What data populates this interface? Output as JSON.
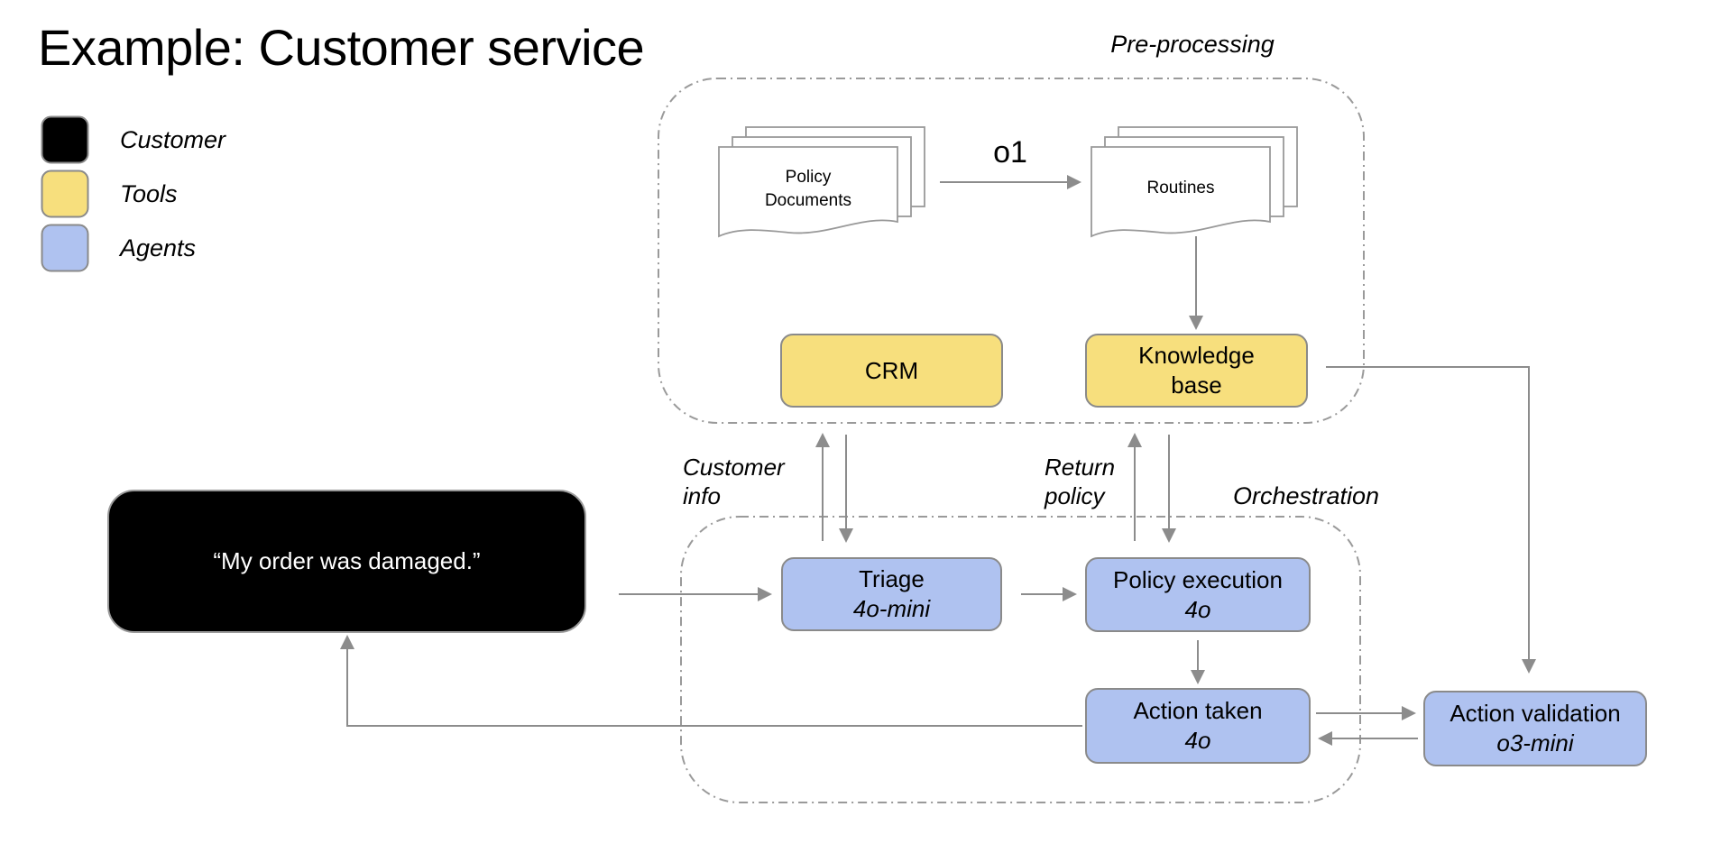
{
  "title": "Example: Customer service",
  "legend": {
    "items": [
      {
        "label": "Customer",
        "color": "#000000"
      },
      {
        "label": "Tools",
        "color": "#F7DF7D"
      },
      {
        "label": "Agents",
        "color": "#AFC2F0"
      }
    ]
  },
  "colors": {
    "tool_fill": "#F7DF7D",
    "agent_fill": "#AFC2F0",
    "customer_fill": "#000000",
    "line_gray": "#8c8c8c",
    "dash_border_gray": "#9a9a9a",
    "box_border_gray": "#8a8a8a"
  },
  "preprocessing": {
    "section_label": "Pre-processing",
    "policy_documents_label": "Policy Documents",
    "transform_model_label": "o1",
    "routines_label": "Routines",
    "crm_label": "CRM",
    "knowledge_base_label": "Knowledge base"
  },
  "orchestration": {
    "section_label": "Orchestration",
    "triage": {
      "title": "Triage",
      "model": "4o-mini"
    },
    "policy_execution": {
      "title": "Policy execution",
      "model": "4o"
    },
    "action_taken": {
      "title": "Action taken",
      "model": "4o"
    }
  },
  "action_validation": {
    "title": "Action validation",
    "model": "o3-mini"
  },
  "customer": {
    "message": "“My order was damaged.”"
  },
  "edge_labels": {
    "customer_info": "Customer info",
    "return_policy": "Return policy"
  }
}
